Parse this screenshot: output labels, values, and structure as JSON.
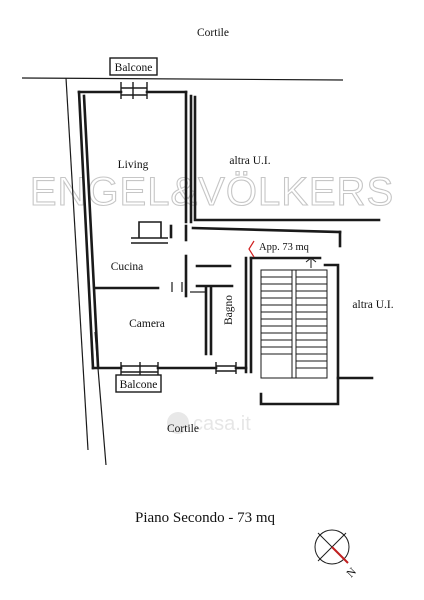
{
  "labels": {
    "cortile_top": "Cortile",
    "balcone_top": "Balcone",
    "living": "Living",
    "altra_ui_top": "altra U.I.",
    "app": "App. 73 mq",
    "cucina": "Cucina",
    "camera": "Camera",
    "bagno": "Bagno",
    "altra_ui_right": "altra U.I.",
    "balcone_bottom": "Balcone",
    "cortile_bottom": "Cortile",
    "caption": "Piano Secondo - 73 mq",
    "compass": "N"
  },
  "watermarks": {
    "brand": "ENGEL&VÖLKERS",
    "site": "casa.it"
  }
}
